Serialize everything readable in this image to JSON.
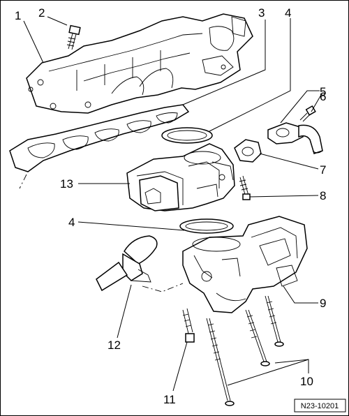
{
  "callouts": [
    {
      "num": "1"
    },
    {
      "num": "2"
    },
    {
      "num": "3"
    },
    {
      "num": "4"
    },
    {
      "num": "5"
    },
    {
      "num": "6"
    },
    {
      "num": "13"
    },
    {
      "num": "7"
    },
    {
      "num": "8"
    },
    {
      "num": "4"
    },
    {
      "num": "9"
    },
    {
      "num": "12"
    },
    {
      "num": "10"
    },
    {
      "num": "11"
    }
  ],
  "figure_ref": "N23-10201"
}
